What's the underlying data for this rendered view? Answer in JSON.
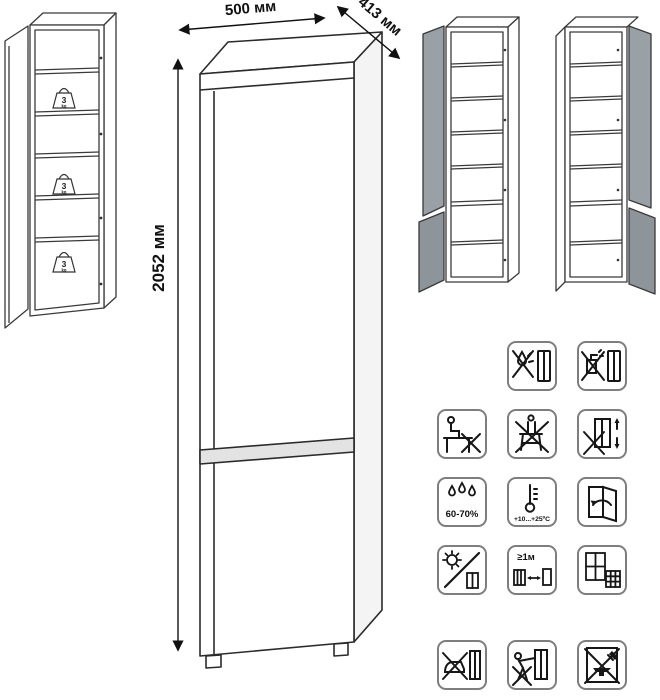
{
  "sheet": {
    "dimensions": {
      "width": "500 мм",
      "depth": "413 мм",
      "height": "2052 мм"
    },
    "shelf_load": {
      "value": "3",
      "unit": "kg"
    },
    "care": {
      "humidity": "60-70%",
      "temperature": "+10...+25ºC",
      "min_distance": "≥1м"
    },
    "icon_names": [
      "no-moisture-icon",
      "no-solvents-icon",
      "no-sitting-icon",
      "no-standing-icon",
      "no-tilting-icon",
      "humidity-icon",
      "temperature-icon",
      "door-care-icon",
      "no-direct-sunlight-icon",
      "heater-distance-icon",
      "ventilation-icon",
      "no-hot-objects-icon",
      "no-pushing-icon",
      "no-impact-icon"
    ]
  }
}
